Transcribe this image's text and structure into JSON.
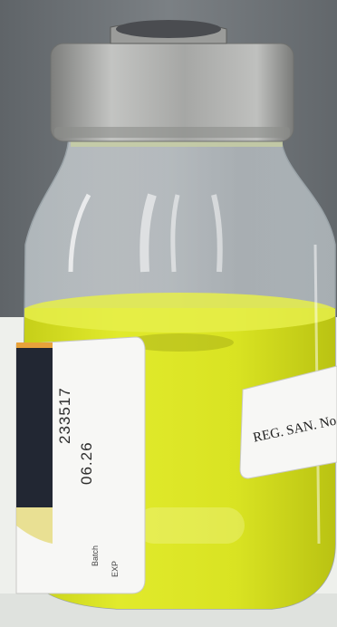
{
  "photo": {
    "subject": "vial",
    "colors": {
      "background": "#6f7377",
      "surface": "#eef0ec",
      "cap": "#a9aaa8",
      "liquid": "#d6e21e",
      "glass": "#dfe6ea",
      "label": "#f7f7f5",
      "label_dark_panel": "#222733",
      "label_stripe": "#e8a23a"
    }
  },
  "left_label": {
    "batch_number": "233517",
    "exp_date": "06.26",
    "batch_label": "Batch",
    "exp_label": "EXP"
  },
  "right_label": {
    "reg_text": "REG. SAN. No. INVIM"
  }
}
